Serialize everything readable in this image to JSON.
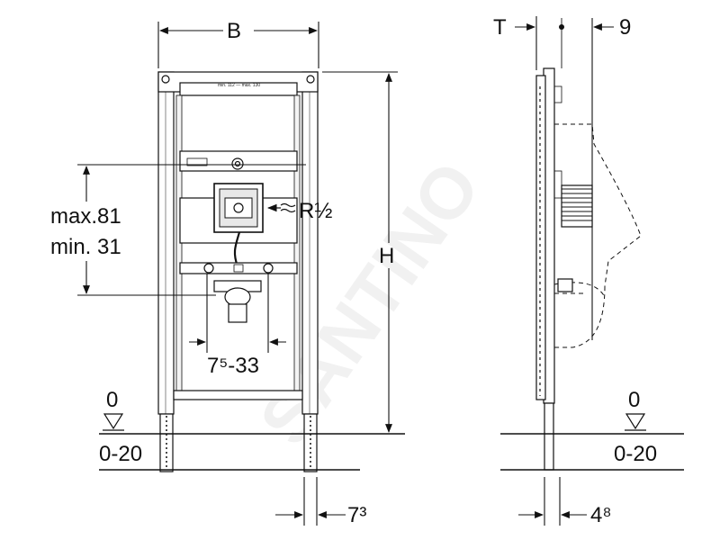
{
  "labels": {
    "width": "B",
    "height": "H",
    "depth": "T",
    "offset": "9",
    "range_max": "max.81",
    "range_min": "min. 31",
    "thread": "R½",
    "spacing": "7⁵-33",
    "floor_zero_left": "0",
    "floor_range_left": "0-20",
    "floor_zero_right": "0",
    "floor_range_right": "0-20",
    "leg_front": "7³",
    "leg_side": "4⁸"
  },
  "plate_text": "min. 112 — max. 130",
  "watermark": "SANTINO",
  "colors": {
    "line": "#111111",
    "fill": "#e8e8e8",
    "dark": "#555555"
  }
}
